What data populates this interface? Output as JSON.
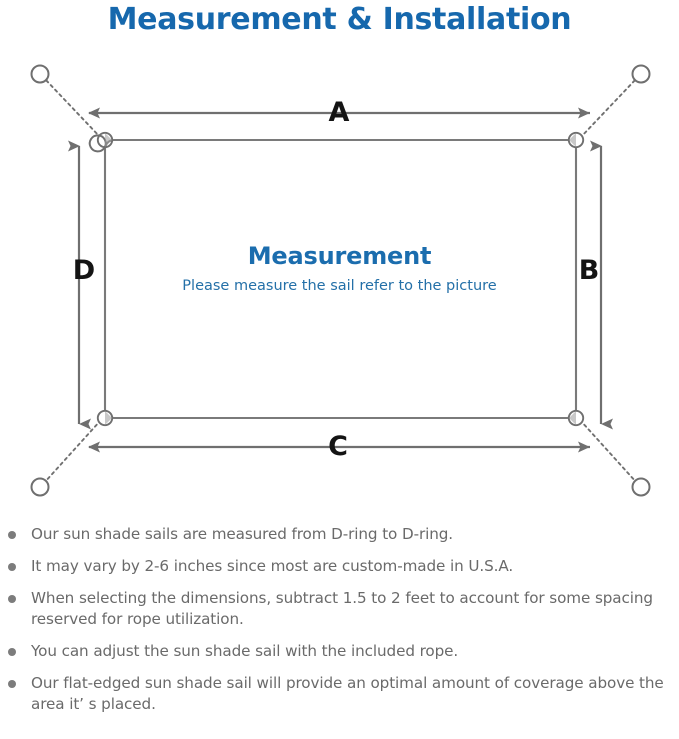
{
  "page": {
    "title": "Measurement & Installation",
    "title_color": "#1668ad"
  },
  "diagram": {
    "name": "sun-shade-sail-measurement-diagram",
    "center_heading": "Measurement",
    "center_subtext": "Please measure the sail refer to the picture",
    "center_text_color": "#1b6dae",
    "sail_stroke_color": "#7a7a7a",
    "arrow_color": "#6f6f6f",
    "rope_color": "#707070",
    "anchor_color": "#6f6f6f",
    "dimension_labels": [
      {
        "id": "top-width",
        "label": "A",
        "position": "top"
      },
      {
        "id": "right-height",
        "label": "B",
        "position": "right"
      },
      {
        "id": "bottom-width",
        "label": "C",
        "position": "bottom"
      },
      {
        "id": "left-height",
        "label": "D",
        "position": "left"
      }
    ],
    "corners": [
      {
        "id": "top-left",
        "ring": "d-ring",
        "anchor": "anchor-point"
      },
      {
        "id": "top-right",
        "ring": "d-ring",
        "anchor": "anchor-point"
      },
      {
        "id": "bottom-left",
        "ring": "d-ring",
        "anchor": "anchor-point"
      },
      {
        "id": "bottom-right",
        "ring": "d-ring",
        "anchor": "anchor-point"
      }
    ]
  },
  "notes": {
    "items": [
      "Our sun shade sails are measured from D-ring to D-ring.",
      "It may vary by 2-6 inches since most are custom-made in U.S.A.",
      "When selecting the dimensions, subtract 1.5 to 2 feet to account for some spacing reserved for rope utilization.",
      "You can adjust the sun shade sail with the included rope.",
      "Our flat-edged sun shade sail will provide an optimal amount of coverage above the area it’ s placed."
    ]
  }
}
